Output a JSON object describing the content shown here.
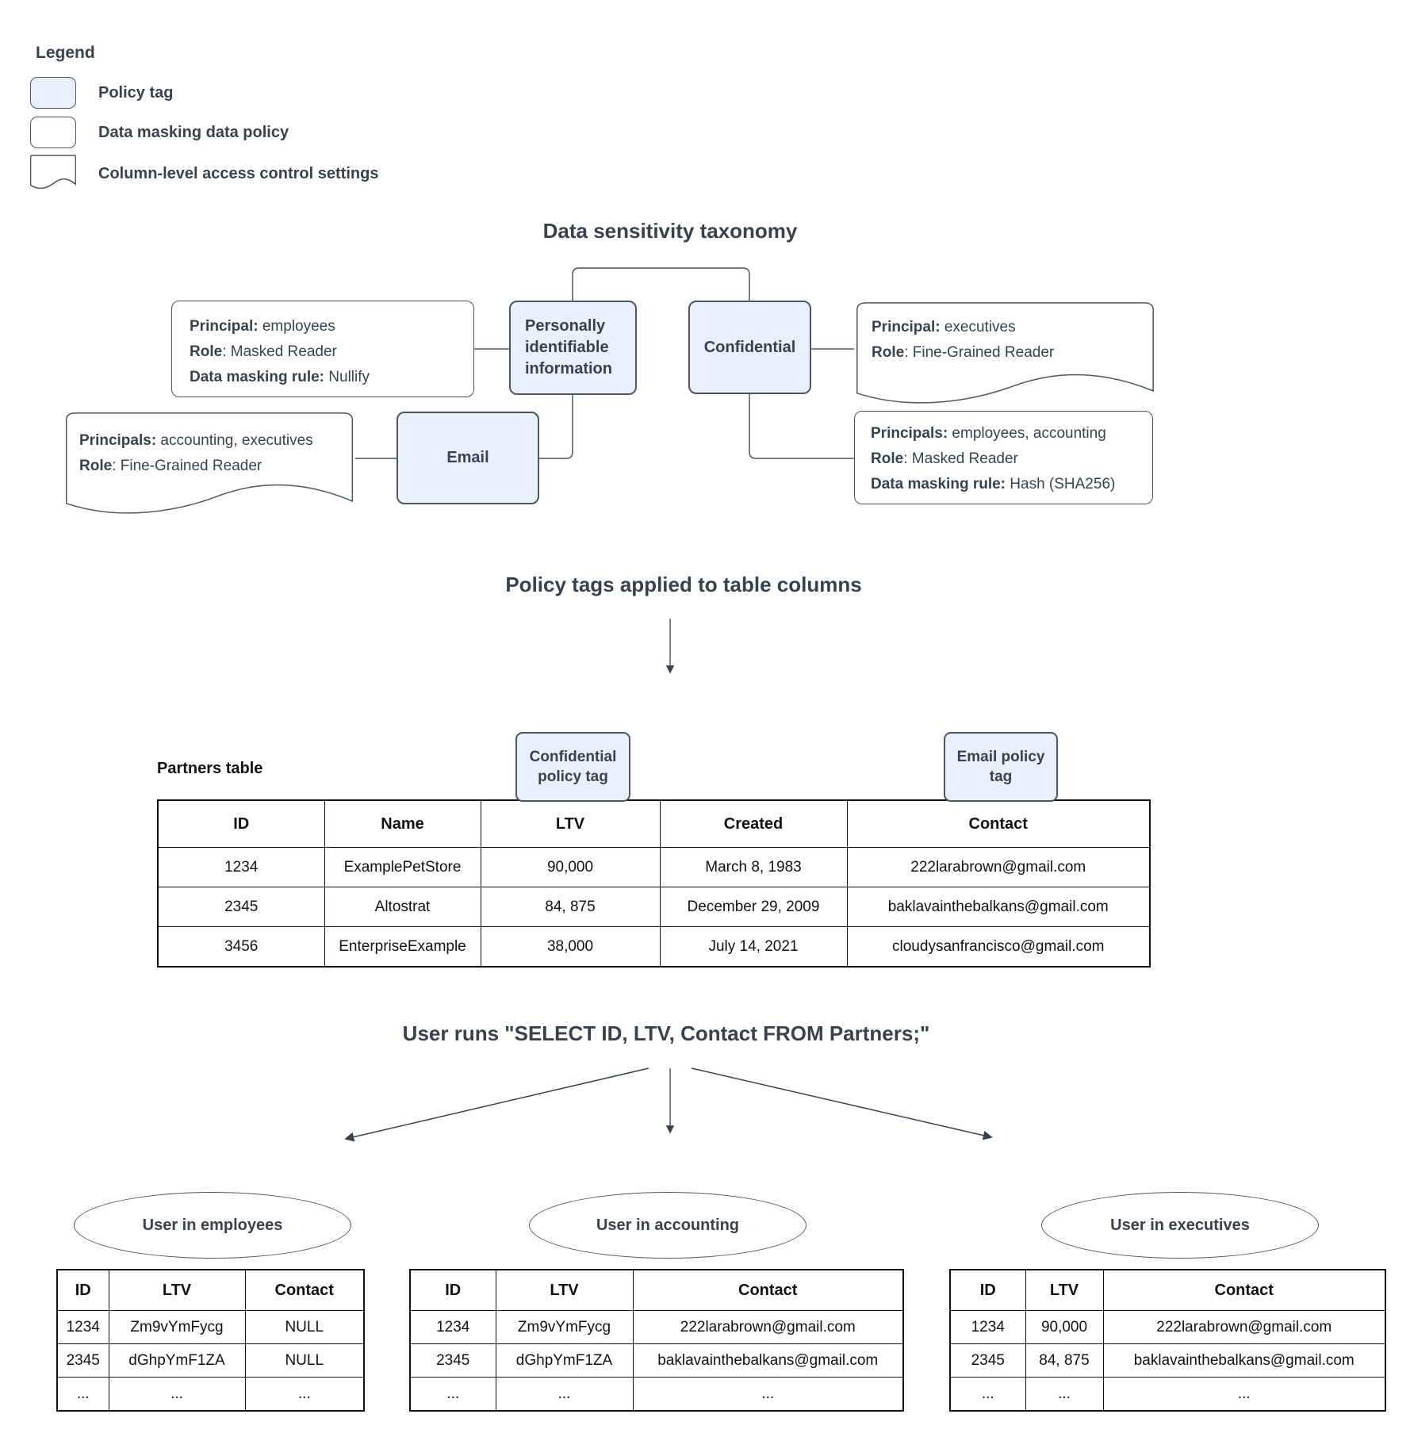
{
  "colors": {
    "policy_tag_fill": "#e8f0fe",
    "diagram_stroke": "#4d5661",
    "diagram_text": "#37424e",
    "table_ink": "#111111"
  },
  "legend": {
    "title": "Legend",
    "items": [
      {
        "label": "Policy tag"
      },
      {
        "label": "Data masking data policy"
      },
      {
        "label": "Column-level access control settings"
      }
    ]
  },
  "taxonomy": {
    "title": "Data sensitivity taxonomy",
    "pii_node": "Personally identifiable information",
    "confidential_node": "Confidential",
    "email_node": "Email",
    "pii_policy": {
      "l1": {
        "label": "Principal:",
        "value": " employees"
      },
      "l2": {
        "label": "Role",
        "value": ": Masked Reader"
      },
      "l3": {
        "label": "Data masking rule:",
        "value": " Nullify"
      }
    },
    "confidential_access": {
      "l1": {
        "label": "Principal:",
        "value": " executives"
      },
      "l2": {
        "label": "Role",
        "value": ": Fine-Grained Reader"
      }
    },
    "email_access": {
      "l1": {
        "label": "Principals:",
        "value": " accounting, executives"
      },
      "l2": {
        "label": "Role",
        "value": ": Fine-Grained Reader"
      }
    },
    "confidential_policy": {
      "l1": {
        "label": "Principals:",
        "value": " employees, accounting"
      },
      "l2": {
        "label": "Role",
        "value": ": Masked Reader"
      },
      "l3": {
        "label": "Data masking rule:",
        "value": " Hash (SHA256)"
      }
    }
  },
  "policy_tags_section": {
    "title": "Policy tags applied to table columns",
    "partners_label": "Partners table",
    "confidential_tag": "Confidential policy tag",
    "email_tag": "Email policy tag",
    "table": {
      "headers": [
        "ID",
        "Name",
        "LTV",
        "Created",
        "Contact"
      ],
      "rows": [
        [
          "1234",
          "ExamplePetStore",
          "90,000",
          "March 8, 1983",
          "222larabrown@gmail.com"
        ],
        [
          "2345",
          "Altostrat",
          "84, 875",
          "December 29, 2009",
          "baklavainthebalkans@gmail.com"
        ],
        [
          "3456",
          "EnterpriseExample",
          "38,000",
          "July 14, 2021",
          "cloudysanfrancisco@gmail.com"
        ]
      ]
    }
  },
  "query_section": {
    "title": "User runs \"SELECT ID, LTV, Contact FROM Partners;\"",
    "results": [
      {
        "group": "User in employees",
        "headers": [
          "ID",
          "LTV",
          "Contact"
        ],
        "rows": [
          [
            "1234",
            "Zm9vYmFycg",
            "NULL"
          ],
          [
            "2345",
            "dGhpYmF1ZA",
            "NULL"
          ],
          [
            "...",
            "...",
            "..."
          ]
        ]
      },
      {
        "group": "User in accounting",
        "headers": [
          "ID",
          "LTV",
          "Contact"
        ],
        "rows": [
          [
            "1234",
            "Zm9vYmFycg",
            "222larabrown@gmail.com"
          ],
          [
            "2345",
            "dGhpYmF1ZA",
            "baklavainthebalkans@gmail.com"
          ],
          [
            "...",
            "...",
            "..."
          ]
        ]
      },
      {
        "group": "User in executives",
        "headers": [
          "ID",
          "LTV",
          "Contact"
        ],
        "rows": [
          [
            "1234",
            "90,000",
            "222larabrown@gmail.com"
          ],
          [
            "2345",
            "84, 875",
            "baklavainthebalkans@gmail.com"
          ],
          [
            "...",
            "...",
            "..."
          ]
        ]
      }
    ]
  }
}
